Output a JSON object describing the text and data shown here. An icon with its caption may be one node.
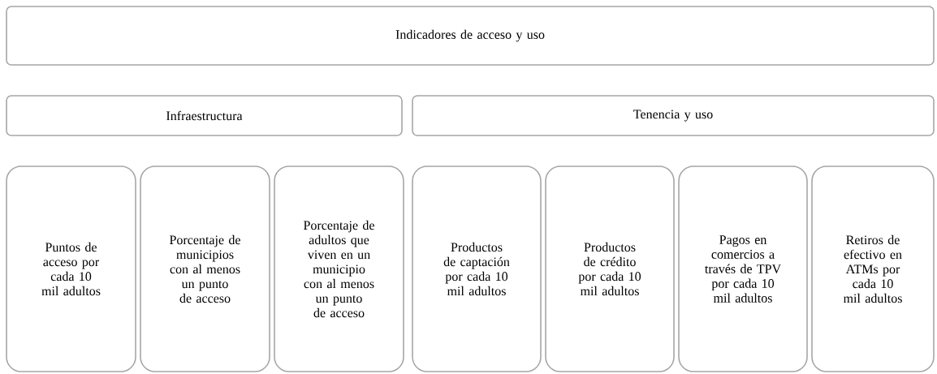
{
  "diagram": {
    "nodes": [
      {
        "text": [
          "Indicadores de acceso y uso"
        ]
      },
      {
        "text": [
          "Infraestructura"
        ]
      },
      {
        "text": [
          "Tenencia y uso"
        ]
      },
      {
        "text": [
          "Puntos de acceso por cada 10 mil adultos"
        ]
      },
      {
        "text": [
          "Porcentaje de municipios con al menos un punto de acceso"
        ]
      },
      {
        "text": [
          "Porcentaje de adultos que viven en un municipio con al menos un punto de acceso"
        ]
      },
      {
        "text": [
          "Productos de captación por cada 10 mil adultos"
        ]
      },
      {
        "text": [
          "Productos de crédito por cada 10 mil adultos"
        ]
      },
      {
        "text": [
          "Pagos en comercios a través de TPV por cada 10 mil adultos"
        ]
      },
      {
        "text": [
          "Retiros de efectivo en ATMs por cada 10 mil adultos"
        ]
      }
    ]
  }
}
